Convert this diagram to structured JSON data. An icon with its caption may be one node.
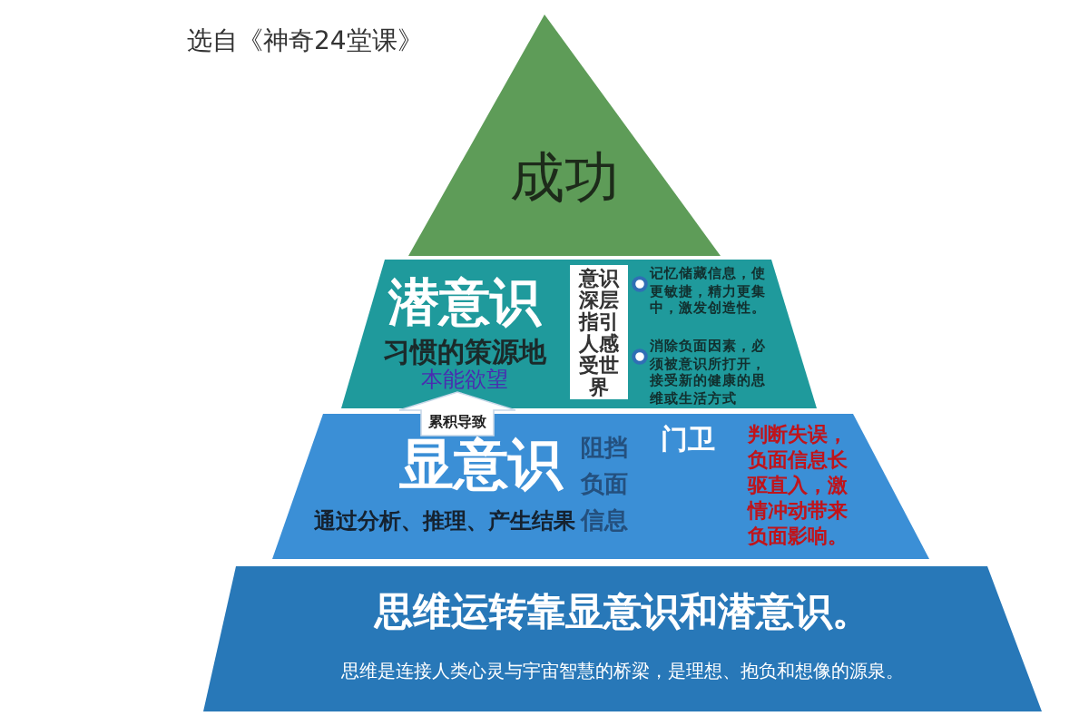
{
  "diagram": {
    "nodes": [
      {
        "text": [
          "成功"
        ]
      },
      {
        "text": [
          "潜意识",
          "习惯的策源地",
          "本能欲望"
        ]
      },
      {
        "text": [
          "意识深层指引人感受世界"
        ],
        "in": 1
      },
      {
        "text": [
          "记忆储藏信息，使更敏捷，精力更集中，激发创造性。",
          "消除负面因素，必须被意识所打开，接受新的健康的思维或生活方式"
        ],
        "in": 1
      },
      {
        "text": [
          "显意识",
          "通过分析、推理、产生结果"
        ]
      },
      {
        "text": [
          "累积导致"
        ]
      },
      {
        "text": [
          "阻挡负面信息"
        ],
        "in": 4
      },
      {
        "text": [
          "门卫"
        ],
        "in": 4
      },
      {
        "text": [
          "判断失误，负面信息长驱直入，激情冲动带来负面影响。"
        ],
        "in": 4
      },
      {
        "text": [
          "思维运转靠显意识和潜意识。",
          "思维是连接人类心灵与宇宙智慧的桥梁，是理想、抱负和想像的源泉。"
        ]
      }
    ],
    "edges": [],
    "labels": [
      "选自《神奇24堂课》"
    ]
  }
}
